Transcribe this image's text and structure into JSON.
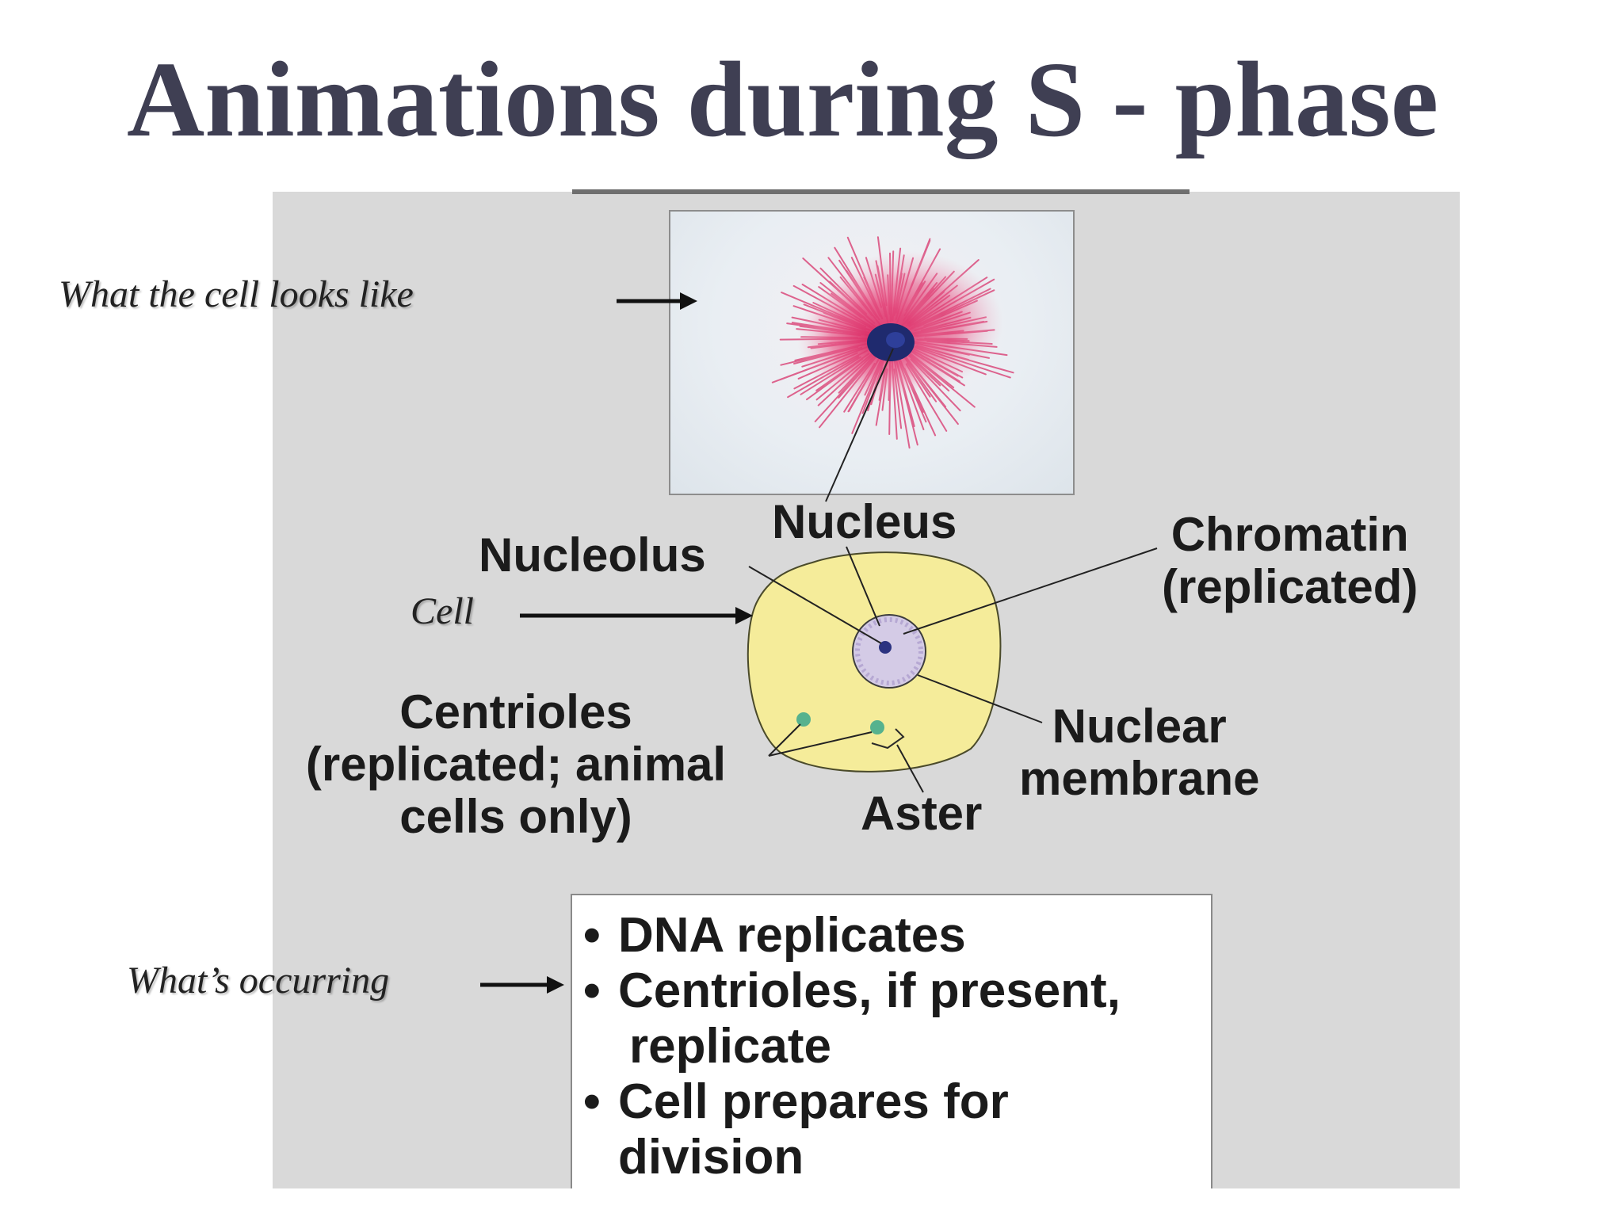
{
  "slide": {
    "title": "Animations during S - phase"
  },
  "side_notes": {
    "looks_like": "What the cell looks like",
    "cell": "Cell",
    "occurring": "What’s occurring"
  },
  "labels": {
    "nucleus": "Nucleus",
    "nucleolus": "Nucleolus",
    "chromatin_line1": "Chromatin",
    "chromatin_line2": "(replicated)",
    "centrioles_line1": "Centrioles",
    "centrioles_line2": "(replicated; animal",
    "centrioles_line3": "cells only)",
    "aster": "Aster",
    "nuclear_line1": "Nuclear",
    "nuclear_line2": "membrane"
  },
  "events": {
    "bullet": "•",
    "items": [
      {
        "line1": "DNA replicates",
        "line2": ""
      },
      {
        "line1": "Centrioles, if present,",
        "line2": "replicate"
      },
      {
        "line1": "Cell prepares for",
        "line2": "division"
      }
    ]
  },
  "colors": {
    "title": "#3f3f53",
    "cell_fill": "#f5ec9a",
    "nucleus_fill": "#d4cbe6",
    "stain_pink": "#e0336c",
    "stain_blue": "#1f2a6e",
    "centriole": "#3aa88c"
  }
}
